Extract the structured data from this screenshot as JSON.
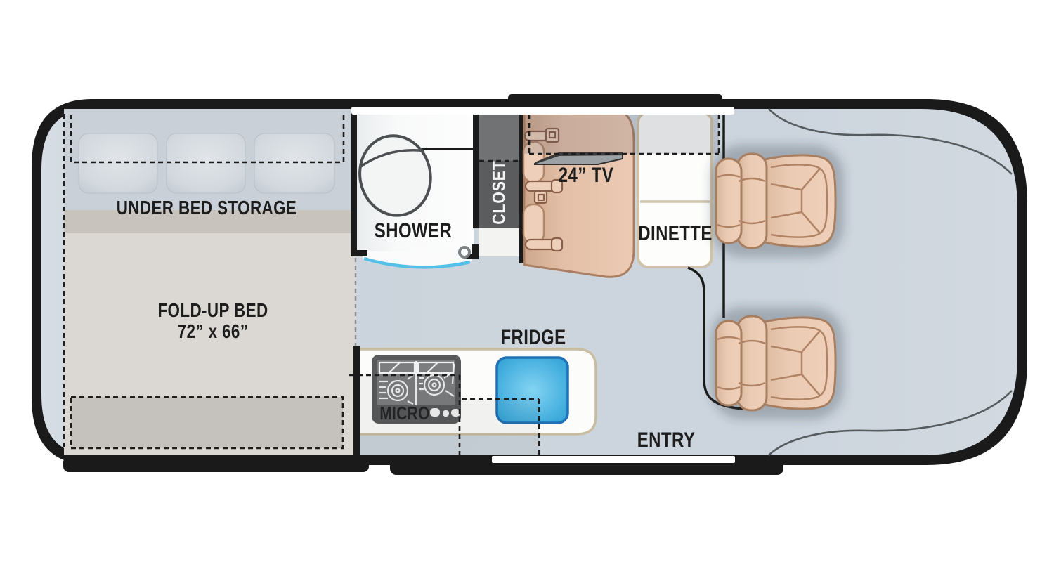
{
  "floorplan": {
    "labels": {
      "under_bed_storage": "UNDER BED STORAGE",
      "fold_up_bed": "FOLD-UP BED",
      "fold_up_bed_size": "72” x 66”",
      "shower": "SHOWER",
      "closet": "CLOSET",
      "tv": "24” TV",
      "dinette": "DINETTE",
      "fridge": "FRIDGE",
      "micro": "MICRO",
      "entry": "ENTRY"
    },
    "fixtures": {
      "toilet": "toilet-icon",
      "shower_door": "door-swing-arc-icon",
      "door_handle": "door-handle-knob-icon",
      "pillows": "pillow-icon (x3)",
      "tv": "flatscreen-tv-icon",
      "seatbelts": "seatbelt-icon (x3)",
      "cooktop": "two-burner-cooktop-icon",
      "fridge": "refrigerator-icon",
      "cab_seats": "captain-chair-icon (x2)"
    },
    "colors": {
      "body_outline": "#1a1a1a",
      "floor": "#ccd4dd",
      "bed": "#dbd7d2",
      "bed_band": "#c8c4bd",
      "pillow_zone": "#c9d0d8",
      "bench_tan": "#e7c5ae",
      "seat_tan": "#eac8b1",
      "fridge_blue": "#2d9fd3",
      "door_arc_blue": "#54bfe8",
      "closet_gray": "#5b5c5e",
      "cooktop_gray": "#58595b",
      "counter_trim": "#c9bda1"
    }
  }
}
